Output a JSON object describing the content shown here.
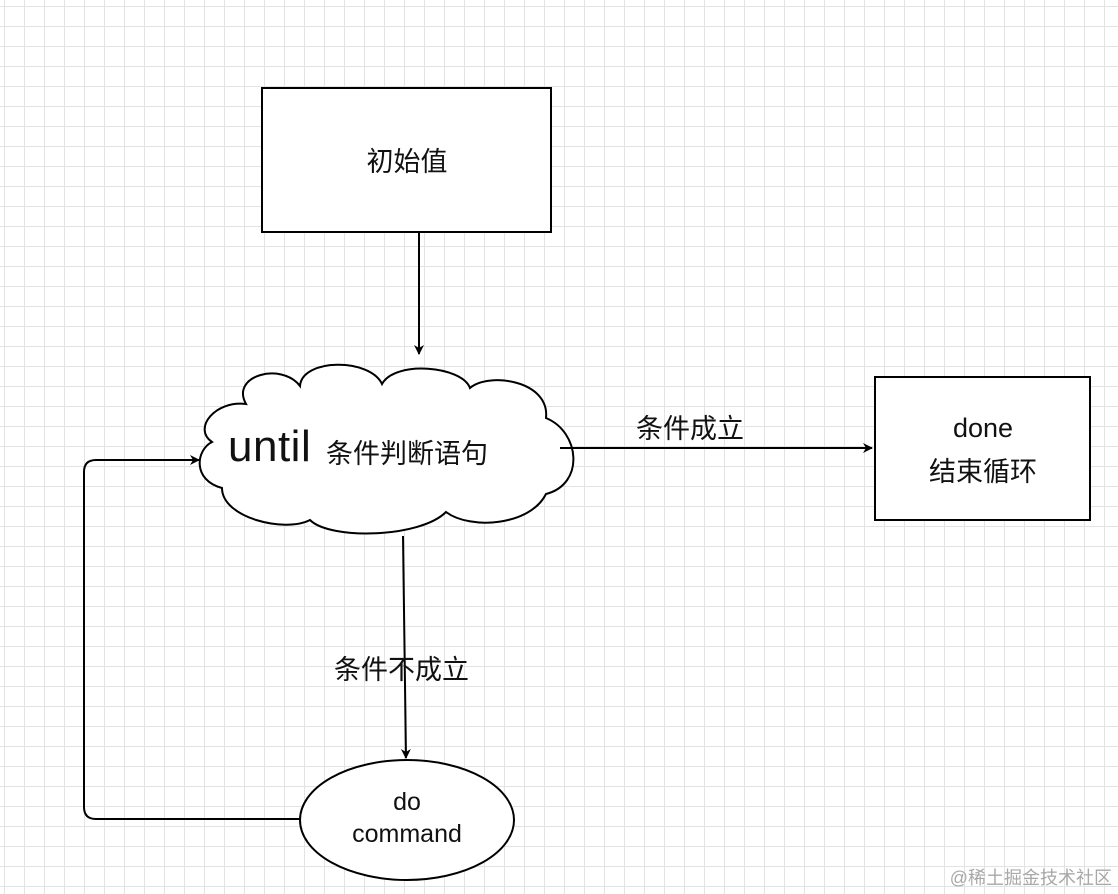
{
  "diagram": {
    "nodes": {
      "init": {
        "label": "初始值"
      },
      "condition": {
        "keyword": "until",
        "label": "条件判断语句"
      },
      "done": {
        "keyword": "done",
        "label": "结束循环"
      },
      "do_command": {
        "keyword": "do",
        "label": "command"
      }
    },
    "edges": {
      "init_to_condition": {
        "label": ""
      },
      "condition_to_done": {
        "label": "条件成立"
      },
      "condition_to_do": {
        "label": "条件不成立"
      },
      "do_loop_back": {
        "label": ""
      }
    }
  },
  "watermark": "@稀土掘金技术社区",
  "colors": {
    "stroke": "#000000",
    "grid": "#e3e3e3",
    "watermark": "#a8a8a8"
  }
}
